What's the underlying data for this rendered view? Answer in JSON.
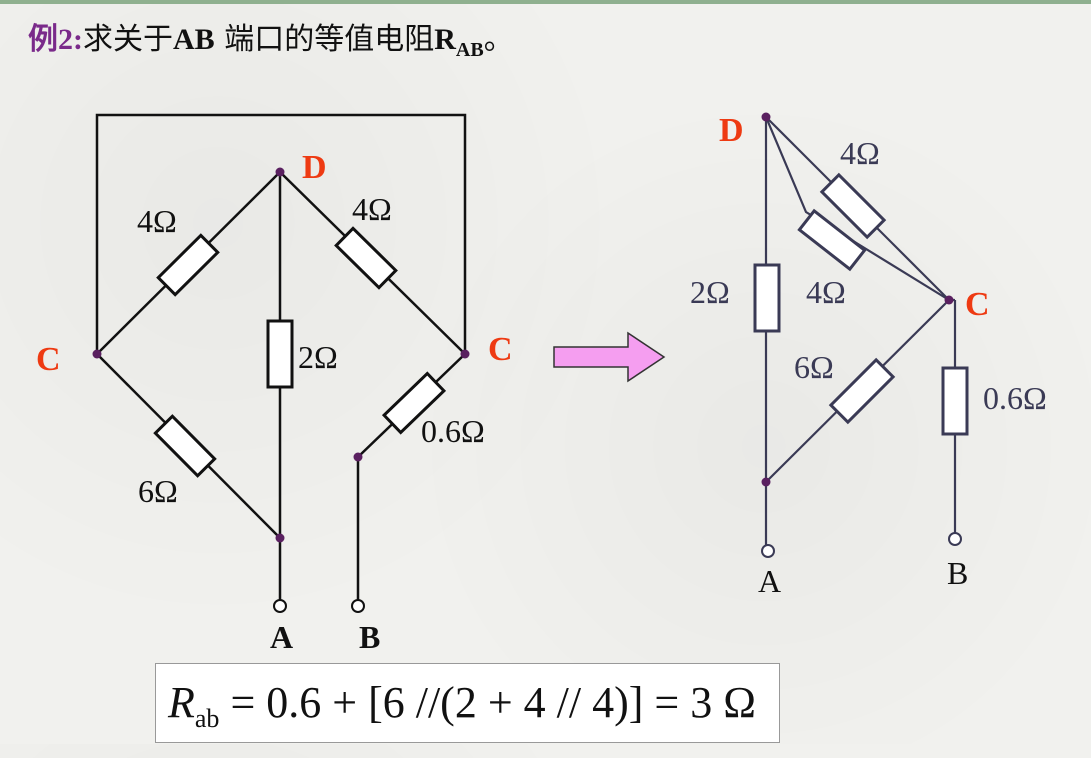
{
  "title": {
    "example_label": "例2:",
    "text_before": "求关于",
    "port": "AB",
    "text_middle": " 端口的等值电阻",
    "r_symbol": "R",
    "r_subscript": "AB",
    "period": "。"
  },
  "left_circuit": {
    "node_D": "D",
    "node_C_left": "C",
    "node_C_right": "C",
    "terminal_A": "A",
    "terminal_B": "B",
    "r_CD": "4Ω",
    "r_DC": "4Ω",
    "r_D_A": "2Ω",
    "r_C_A": "6Ω",
    "r_C_B": "0.6Ω"
  },
  "right_circuit": {
    "node_D": "D",
    "node_C": "C",
    "terminal_A": "A",
    "terminal_B": "B",
    "r_upper": "4Ω",
    "r_lower": "4Ω",
    "r_DA": "2Ω",
    "r_CA": "6Ω",
    "r_CB": "0.6Ω"
  },
  "formula": {
    "lhs_symbol": "R",
    "lhs_subscript": "ab",
    "rhs": " = 0.6 + [6 //(2 + 4 // 4)] = 3 Ω"
  },
  "colors": {
    "node_label": "#ee3a12",
    "example_label": "#7a2a8a",
    "arrow_fill": "#f59ef0",
    "wire": "#111111",
    "right_wire": "#3a3a55"
  },
  "icons": {
    "arrow": "right-arrow-icon"
  }
}
